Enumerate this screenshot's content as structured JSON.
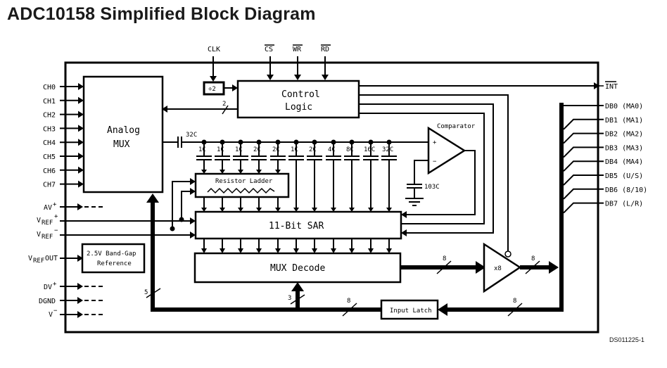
{
  "title": "ADC10158 Simplified Block Diagram",
  "footnote": "DS011225-1",
  "blocks": {
    "analog_mux": [
      "Analog",
      "MUX"
    ],
    "control_logic": [
      "Control",
      "Logic"
    ],
    "divider": "÷2",
    "resistor_ladder": "Resistor Ladder",
    "sar": "11-Bit SAR",
    "mux_decode": "MUX Decode",
    "bandgap": [
      "2.5V Band-Gap",
      "Reference"
    ],
    "input_latch": "Input Latch",
    "comparator": "Comparator",
    "buffer": "x8"
  },
  "top_pins": {
    "clk": "CLK",
    "cs": "CS",
    "wr": "WR",
    "rd": "RD"
  },
  "left_pins": {
    "channels": [
      "CH0",
      "CH1",
      "CH2",
      "CH3",
      "CH4",
      "CH5",
      "CH6",
      "CH7"
    ],
    "avplus": "AV",
    "avplus_sup": "+",
    "vref_plus": "V",
    "vref_plus_sub": "REF",
    "vref_plus_sup": "+",
    "vref_minus": "V",
    "vref_minus_sub": "REF",
    "vref_minus_sup": "−",
    "vref_out": "V",
    "vref_out_sub": "REF",
    "vref_out_suffix": "OUT",
    "dvplus": "DV",
    "dvplus_sup": "+",
    "dgnd": "DGND",
    "vminus": "V",
    "vminus_sup": "−"
  },
  "right_pins": {
    "int": "INT",
    "data": [
      "DB0 (MA0)",
      "DB1 (MA1)",
      "DB2 (MA2)",
      "DB3 (MA3)",
      "DB4 (MA4)",
      "DB5 (U/S)",
      "DB6 (8/10)",
      "DB7 (L/R)"
    ]
  },
  "capacitors": {
    "series": "32C",
    "array": [
      "1C",
      "1C",
      "1C",
      "2C",
      "2C",
      "1C",
      "2C",
      "4C",
      "8C",
      "16C",
      "32C"
    ],
    "comparator_cap": "103C"
  },
  "comparator_inputs": {
    "plus": "+",
    "minus": "−"
  },
  "bus_widths": {
    "control_to_mux": "2",
    "decode_to_buffer": "8",
    "buffer_to_data": "8",
    "data_to_latch": "8",
    "latch_bus": "8",
    "to_decode": "3",
    "to_mux": "5"
  }
}
